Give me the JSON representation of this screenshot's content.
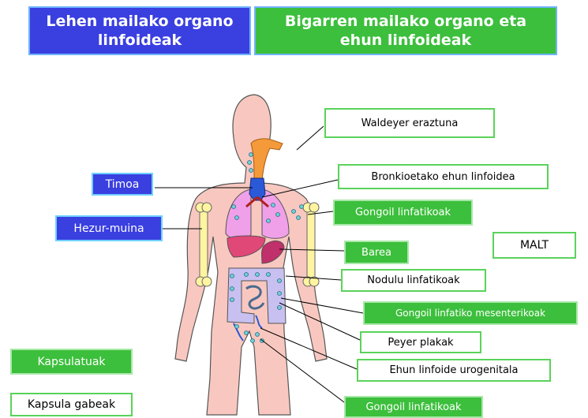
{
  "headers": {
    "primary": "Lehen mailako organo\nlinfoideak",
    "secondary": "Bigarren mailako organo eta\nehun linfoideak"
  },
  "labels": {
    "waldeyer": "Waldeyer eraztuna",
    "timoa": "Timoa",
    "bronkio": "Bronkioetako ehun linfoidea",
    "hezur": "Hezur-muina",
    "gongoil1": "Gongoil linfatikoak",
    "malt": "MALT",
    "barea": "Barea",
    "nodulu": "Nodulu linfatikoak",
    "mesenterikoak": "Gongoil linfatiko mesenterikoak",
    "peyer": "Peyer plakak",
    "urogenitala": "Ehun linfoide urogenitala",
    "gongoil2": "Gongoil linfatikoak"
  },
  "legend": {
    "kapsulatuak": "Kapsulatuak",
    "kapsula_gabeak": "Kapsula gabeak"
  },
  "colors": {
    "primary_blue": "#3a3fe0",
    "secondary_green": "#3cbf3c",
    "skin": "#f8c8c0",
    "lungs": "#f0a0e8",
    "thymus": "#2a5ad8",
    "throat": "#f49a3a",
    "intestine": "#c8c0f0",
    "bone": "#fff4a0",
    "liver": "#e04878"
  }
}
